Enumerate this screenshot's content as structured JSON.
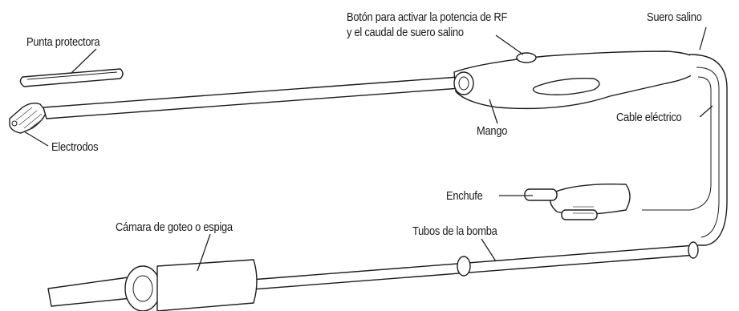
{
  "labels": {
    "punta": "Punta protectora",
    "electrodos": "Electrodos",
    "boton_line1": "Botón para activar la potencia de RF",
    "boton_line2": "y el caudal de suero salino",
    "suero": "Suero salino",
    "mango": "Mango",
    "cable": "Cable eléctrico",
    "enchufe": "Enchufe",
    "camara": "Cámara de goteo o espiga",
    "tubos": "Tubos de la bomba"
  }
}
